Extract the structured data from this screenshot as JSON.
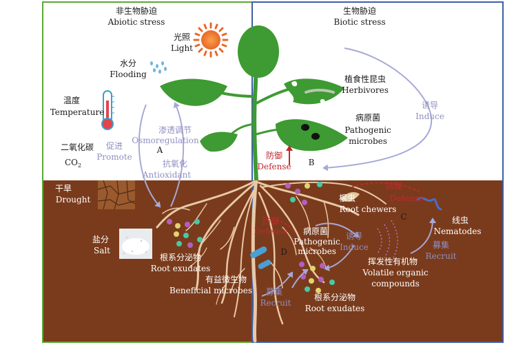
{
  "colors": {
    "soil": "#7a3b1c",
    "frame_left": "#5aa832",
    "frame_right": "#3d5fa8",
    "leaf": "#3e9a32",
    "root": "#e9c9a6",
    "induce_arrow": "#a6a9d6",
    "defense": "#c0282d"
  },
  "abiotic": {
    "zh": "非生物胁迫",
    "en": "Abiotic stress"
  },
  "biotic": {
    "zh": "生物胁迫",
    "en": "Biotic stress"
  },
  "light": {
    "zh": "光照",
    "en": "Light"
  },
  "flooding": {
    "zh": "水分",
    "en": "Flooding"
  },
  "temperature": {
    "zh": "温度",
    "en": "Temperature"
  },
  "co2": {
    "zh": "二氧化碳",
    "en": "CO",
    "sub": "2"
  },
  "drought": {
    "zh": "干旱",
    "en": "Drought"
  },
  "salt": {
    "zh": "盐分",
    "en": "Salt"
  },
  "promote": {
    "zh": "促进",
    "en": "Promote"
  },
  "osmoregulation": {
    "zh": "渗透调节",
    "en": "Osmoregulation"
  },
  "antioxidant": {
    "zh": "抗氧化",
    "en": "Antioxidant"
  },
  "herbivores": {
    "zh": "植食性昆虫",
    "en": "Herbivores"
  },
  "pathogens_top": {
    "zh": "病原菌",
    "en1": "Pathogenic",
    "en2": "microbes"
  },
  "induce_top": {
    "zh": "诱导",
    "en": "Induce"
  },
  "defense_top": {
    "zh": "防御",
    "en": "Defense"
  },
  "root_chewers": {
    "zh": "根虫",
    "en": "Root chewers"
  },
  "defense_c": {
    "zh": "防御",
    "en": "Defense"
  },
  "nematodes": {
    "zh": "线虫",
    "en": "Nematodes"
  },
  "recruit_right": {
    "zh": "募集",
    "en": "Recruit"
  },
  "defense_mid": {
    "zh": "防御",
    "en": "Defense"
  },
  "pathogens_bottom": {
    "zh": "病原菌",
    "en1": "Pathogenic",
    "en2": "microbes"
  },
  "induce_bottom": {
    "zh": "诱导",
    "en": "Induce"
  },
  "voc": {
    "zh": "挥发性有机物",
    "en1": "Volatile organic",
    "en2": "compounds"
  },
  "root_exudates_left": {
    "zh": "根系分泌物",
    "en": "Root exudates"
  },
  "beneficial": {
    "zh": "有益微生物",
    "en": "Beneficial microbes"
  },
  "recruit_bottom": {
    "zh": "募集",
    "en": "Recruit"
  },
  "root_exudates_bottom": {
    "zh": "根系分泌物",
    "en": "Root exudates"
  },
  "marker_a": "A",
  "marker_b": "B",
  "marker_c": "C",
  "marker_d": "D"
}
